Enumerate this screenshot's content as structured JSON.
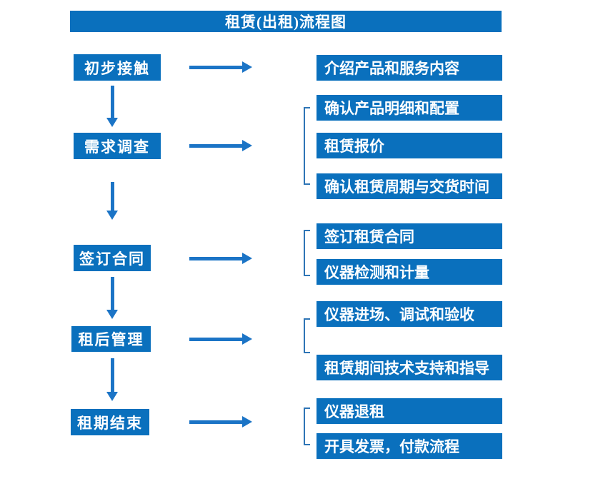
{
  "title": "租赁(出租)流程图",
  "colors": {
    "box": "#0a70bd",
    "arrow": "#1b74c6",
    "bracket": "#2e75b6",
    "text": "#ffffff",
    "background": "#ffffff"
  },
  "flow": {
    "steps": [
      {
        "label": "初步接触",
        "details": [
          "介绍产品和服务内容"
        ]
      },
      {
        "label": "需求调查",
        "details": [
          "确认产品明细和配置",
          "租赁报价",
          "确认租赁周期与交货时间"
        ]
      },
      {
        "label": "签订合同",
        "details": [
          "签订租赁合同",
          "仪器检测和计量"
        ]
      },
      {
        "label": "租后管理",
        "details": [
          "仪器进场、调试和验收",
          "租赁期间技术支持和指导"
        ]
      },
      {
        "label": "租期结束",
        "details": [
          "仪器退租",
          "开具发票，付款流程"
        ]
      }
    ]
  }
}
